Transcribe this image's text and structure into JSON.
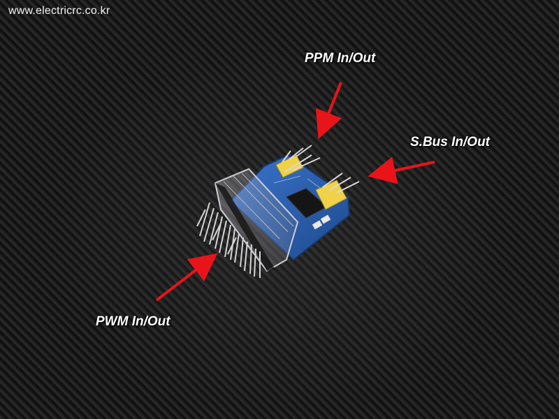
{
  "watermark": "www.electricrc.co.kr",
  "labels": {
    "ppm": "PPM In/Out",
    "sbus": "S.Bus In/Out",
    "pwm": "PWM In/Out"
  },
  "colors": {
    "arrow": "#e8141a",
    "pcb": "#2b5fb0",
    "connector": "#f0d24a"
  }
}
